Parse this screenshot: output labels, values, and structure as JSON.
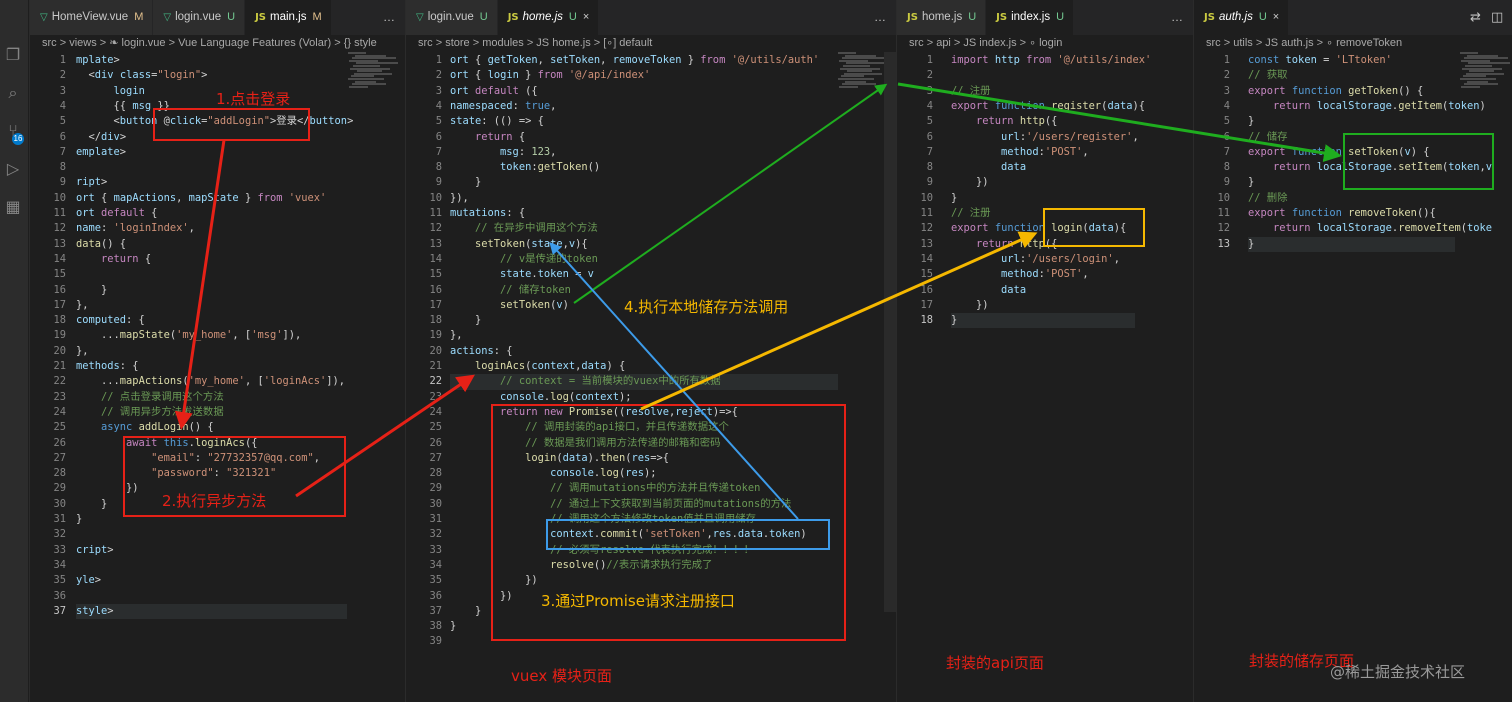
{
  "activity_bar": {
    "badge": "16"
  },
  "pane1": {
    "tabs": [
      {
        "name": "HomeView.vue",
        "icon": "vue",
        "status": "M"
      },
      {
        "name": "login.vue",
        "icon": "vue",
        "status": "U"
      },
      {
        "name": "main.js",
        "icon": "js",
        "status": "M"
      }
    ],
    "more": "…",
    "breadcrumb": "src > views > ❧ login.vue > Vue Language Features (Volar) > {} style",
    "lines": [
      {
        "n": "1",
        "t": "mplate>"
      },
      {
        "n": "2",
        "t": "  <div class=\"login\">"
      },
      {
        "n": "3",
        "t": "      login"
      },
      {
        "n": "4",
        "t": "      {{ msg }}"
      },
      {
        "n": "5",
        "t": "      <button @click=\"addLogin\">登录</button>"
      },
      {
        "n": "6",
        "t": "  </div>"
      },
      {
        "n": "7",
        "t": "emplate>"
      },
      {
        "n": "8",
        "t": ""
      },
      {
        "n": "9",
        "t": "ript>"
      },
      {
        "n": "10",
        "t": "ort { mapActions, mapState } from 'vuex'"
      },
      {
        "n": "11",
        "t": "ort default {"
      },
      {
        "n": "12",
        "t": "name: 'loginIndex',"
      },
      {
        "n": "13",
        "t": "data() {"
      },
      {
        "n": "14",
        "t": "    return {"
      },
      {
        "n": "15",
        "t": ""
      },
      {
        "n": "16",
        "t": "    }"
      },
      {
        "n": "17",
        "t": "},"
      },
      {
        "n": "18",
        "t": "computed: {"
      },
      {
        "n": "19",
        "t": "    ...mapState('my_home', ['msg']),"
      },
      {
        "n": "20",
        "t": "},"
      },
      {
        "n": "21",
        "t": "methods: {"
      },
      {
        "n": "22",
        "t": "    ...mapActions('my_home', ['loginAcs']),"
      },
      {
        "n": "23",
        "t": "    // 点击登录调用这个方法"
      },
      {
        "n": "24",
        "t": "    // 调用异步方法发送数据"
      },
      {
        "n": "25",
        "t": "    async addLogin() {"
      },
      {
        "n": "26",
        "t": "        await this.loginAcs({"
      },
      {
        "n": "27",
        "t": "            \"email\": \"27732357@qq.com\","
      },
      {
        "n": "28",
        "t": "            \"password\": \"321321\""
      },
      {
        "n": "29",
        "t": "        })"
      },
      {
        "n": "30",
        "t": "    }"
      },
      {
        "n": "31",
        "t": "}"
      },
      {
        "n": "32",
        "t": ""
      },
      {
        "n": "33",
        "t": "cript>"
      },
      {
        "n": "34",
        "t": ""
      },
      {
        "n": "35",
        "t": "yle>"
      },
      {
        "n": "36",
        "t": ""
      },
      {
        "n": "37",
        "t": "style>"
      }
    ]
  },
  "pane2": {
    "tabs": [
      {
        "name": "login.vue",
        "icon": "vue",
        "status": "U"
      },
      {
        "name": "home.js",
        "icon": "js",
        "status": "U",
        "close": "×"
      }
    ],
    "more": "…",
    "breadcrumb": "src > store > modules > JS home.js > [∘] default",
    "lines": [
      {
        "n": "1",
        "t": "ort { getToken, setToken, removeToken } from '@/utils/auth'"
      },
      {
        "n": "2",
        "t": "ort { login } from '@/api/index'"
      },
      {
        "n": "3",
        "t": "ort default ({"
      },
      {
        "n": "4",
        "t": "namespaced: true,"
      },
      {
        "n": "5",
        "t": "state: (() => {"
      },
      {
        "n": "6",
        "t": "    return {"
      },
      {
        "n": "7",
        "t": "        msg: 123,"
      },
      {
        "n": "8",
        "t": "        token:getToken()"
      },
      {
        "n": "9",
        "t": "    }"
      },
      {
        "n": "10",
        "t": "}),"
      },
      {
        "n": "11",
        "t": "mutations: {"
      },
      {
        "n": "12",
        "t": "    // 在异步中调用这个方法"
      },
      {
        "n": "13",
        "t": "    setToken(state,v){"
      },
      {
        "n": "14",
        "t": "        // v是传递的token"
      },
      {
        "n": "15",
        "t": "        state.token = v"
      },
      {
        "n": "16",
        "t": "        // 储存token"
      },
      {
        "n": "17",
        "t": "        setToken(v)"
      },
      {
        "n": "18",
        "t": "    }"
      },
      {
        "n": "19",
        "t": "},"
      },
      {
        "n": "20",
        "t": "actions: {"
      },
      {
        "n": "21",
        "t": "    loginAcs(context,data) {"
      },
      {
        "n": "22",
        "t": "        // context = 当前模块的vuex中的所有数据"
      },
      {
        "n": "23",
        "t": "        console.log(context);"
      },
      {
        "n": "24",
        "t": "        return new Promise((resolve,reject)=>{"
      },
      {
        "n": "25",
        "t": "            // 调用封装的api接口，并且传递数据这个"
      },
      {
        "n": "26",
        "t": "            // 数据是我们调用方法传递的邮箱和密码"
      },
      {
        "n": "27",
        "t": "            login(data).then(res=>{"
      },
      {
        "n": "28",
        "t": "                console.log(res);"
      },
      {
        "n": "29",
        "t": "                // 调用mutations中的方法并且传递token"
      },
      {
        "n": "30",
        "t": "                // 通过上下文获取到当前页面的mutations的方法"
      },
      {
        "n": "31",
        "t": "                // 调用这个方法修改token值并且调用储存"
      },
      {
        "n": "32",
        "t": "                context.commit('setToken',res.data.token)"
      },
      {
        "n": "33",
        "t": "                // 必须写resolve 代表执行完成！！！！"
      },
      {
        "n": "34",
        "t": "                resolve()//表示请求执行完成了"
      },
      {
        "n": "35",
        "t": "            })"
      },
      {
        "n": "36",
        "t": "        })"
      },
      {
        "n": "37",
        "t": "    }"
      },
      {
        "n": "38",
        "t": "}"
      },
      {
        "n": "39",
        "t": ""
      }
    ]
  },
  "pane3": {
    "tabs": [
      {
        "name": "home.js",
        "icon": "js",
        "status": "U"
      },
      {
        "name": "index.js",
        "icon": "js",
        "status": "U"
      }
    ],
    "more": "…",
    "breadcrumb": "src > api > JS index.js > ∘ login",
    "lines": [
      {
        "n": "1",
        "t": "import http from '@/utils/index'"
      },
      {
        "n": "2",
        "t": ""
      },
      {
        "n": "3",
        "t": "// 注册"
      },
      {
        "n": "4",
        "t": "export function register(data){"
      },
      {
        "n": "5",
        "t": "    return http({"
      },
      {
        "n": "6",
        "t": "        url:'/users/register',"
      },
      {
        "n": "7",
        "t": "        method:'POST',"
      },
      {
        "n": "8",
        "t": "        data"
      },
      {
        "n": "9",
        "t": "    })"
      },
      {
        "n": "10",
        "t": "}"
      },
      {
        "n": "11",
        "t": "// 注册"
      },
      {
        "n": "12",
        "t": "export function login(data){"
      },
      {
        "n": "13",
        "t": "    return http({"
      },
      {
        "n": "14",
        "t": "        url:'/users/login',"
      },
      {
        "n": "15",
        "t": "        method:'POST',"
      },
      {
        "n": "16",
        "t": "        data"
      },
      {
        "n": "17",
        "t": "    })"
      },
      {
        "n": "18",
        "t": "}"
      }
    ]
  },
  "pane4": {
    "tabs": [
      {
        "name": "auth.js",
        "icon": "js",
        "status": "U",
        "close": "×"
      }
    ],
    "breadcrumb": "src > utils > JS auth.js > ∘ removeToken",
    "lines": [
      {
        "n": "1",
        "t": "const token = 'LTtoken'"
      },
      {
        "n": "2",
        "t": "// 获取"
      },
      {
        "n": "3",
        "t": "export function getToken() {"
      },
      {
        "n": "4",
        "t": "    return localStorage.getItem(token)"
      },
      {
        "n": "5",
        "t": "}"
      },
      {
        "n": "6",
        "t": "// 储存"
      },
      {
        "n": "7",
        "t": "export function setToken(v) {"
      },
      {
        "n": "8",
        "t": "    return localStorage.setItem(token,v"
      },
      {
        "n": "9",
        "t": "}"
      },
      {
        "n": "10",
        "t": "// 删除"
      },
      {
        "n": "11",
        "t": "export function removeToken(){"
      },
      {
        "n": "12",
        "t": "    return localStorage.removeItem(toke"
      },
      {
        "n": "13",
        "t": "}"
      }
    ]
  },
  "annotations": {
    "step1": "1.点击登录",
    "step2": "2.执行异步方法",
    "step3": "3.通过Promise请求注册接口",
    "step4": "4.执行本地储存方法调用",
    "vuex_label": "vuex 模块页面",
    "api_label": "封装的api页面",
    "storage_label": "封装的储存页面",
    "watermark": "@稀土掘金技术社区"
  },
  "colors": {
    "red": "#e62117",
    "green": "#1fad1f",
    "blue": "#3d9be9",
    "yellow": "#f5b800"
  }
}
